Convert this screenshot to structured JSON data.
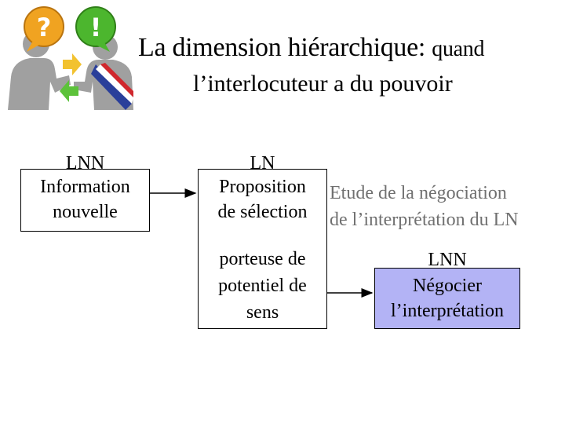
{
  "title": {
    "line1_main": "La dimension hiérarchique: ",
    "line1_small": "quand",
    "line2": "l’interlocuteur a du pouvoir"
  },
  "box_left": {
    "header": "LNN",
    "line1": "Information",
    "line2": "nouvelle"
  },
  "box_middle": {
    "header": "LN",
    "line1": "Proposition",
    "line2": "de sélection",
    "line3": "porteuse de",
    "line4": "potentiel de",
    "line5": "sens"
  },
  "negotiation_note": {
    "line1": "Etude de la négociation",
    "line2": "de l’interprétation du LN"
  },
  "box_right": {
    "header": "LNN",
    "line1": "Négocier",
    "line2": "l’interprétation"
  },
  "colors": {
    "highlight_fill": "#b3b3f5",
    "note_text": "#707070"
  }
}
